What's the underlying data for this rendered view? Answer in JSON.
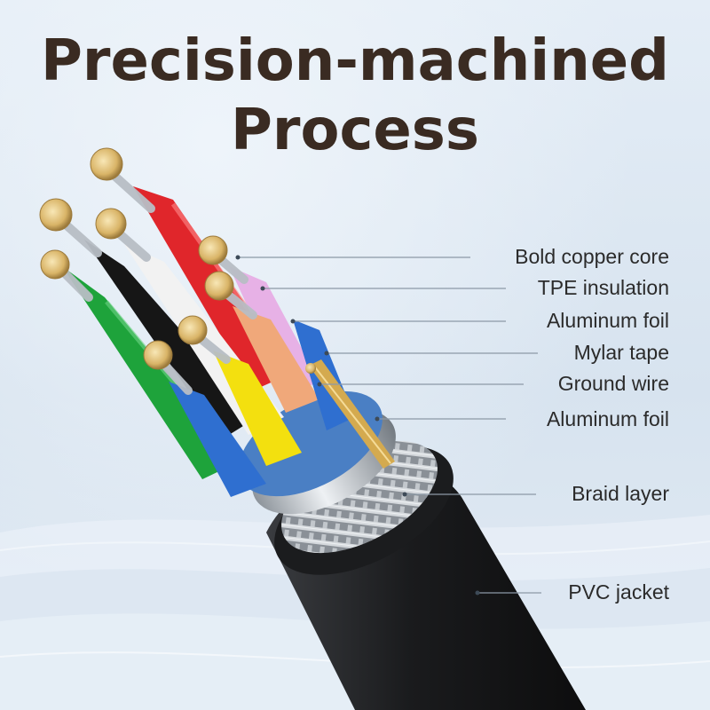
{
  "title": {
    "line1": "Precision-machined",
    "line2": "Process"
  },
  "labels": [
    {
      "text": "Bold copper core"
    },
    {
      "text": "TPE insulation"
    },
    {
      "text": "Aluminum foil"
    },
    {
      "text": "Mylar tape"
    },
    {
      "text": "Ground wire"
    },
    {
      "text": "Aluminum foil"
    },
    {
      "text": "Braid layer"
    },
    {
      "text": "PVC jacket"
    }
  ],
  "colors": {
    "title": "#3a2b22",
    "leader": "#8c99a6",
    "jacket": "#1c1d1f",
    "red": "#e0262b",
    "green": "#1ea33b",
    "yellow": "#f3e00f",
    "blue": "#2f6fd0",
    "white": "#f2f2f2",
    "black": "#161616",
    "pink": "#e7b1e6",
    "orange": "#f0a87a"
  },
  "icons": [
    "copper-core-icon",
    "cable-illustration"
  ]
}
